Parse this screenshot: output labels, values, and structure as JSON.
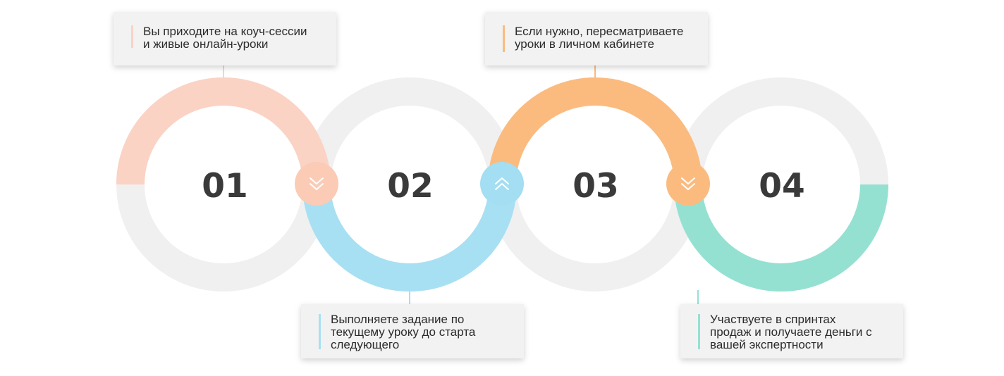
{
  "colors": {
    "track": "#f0f0f0",
    "step1": "#fad3c4",
    "step2": "#a8e0f3",
    "step3": "#fbbb7f",
    "step4": "#94e1d2",
    "node1": "#fbcbb6",
    "node2": "#a3def2",
    "node3": "#fbbb7f",
    "note_bg": "#f2f2f2",
    "numeral": "#3a3a3a"
  },
  "steps": [
    {
      "number": "01",
      "lines": [
        "Вы приходите на коуч-сессии",
        "и живые онлайн-уроки"
      ]
    },
    {
      "number": "02",
      "lines": [
        "Выполняете задание по",
        "текущему уроку до старта",
        "следующего"
      ]
    },
    {
      "number": "03",
      "lines": [
        "Если нужно, пересматриваете",
        "уроки в личном кабинете"
      ]
    },
    {
      "number": "04",
      "lines": [
        "Участвуете в спринтах",
        "продаж и получаете деньги с",
        "вашей экспертности"
      ]
    }
  ],
  "connectors": [
    {
      "icon": "double-chevron-down-icon"
    },
    {
      "icon": "double-chevron-up-icon"
    },
    {
      "icon": "double-chevron-down-icon"
    }
  ]
}
